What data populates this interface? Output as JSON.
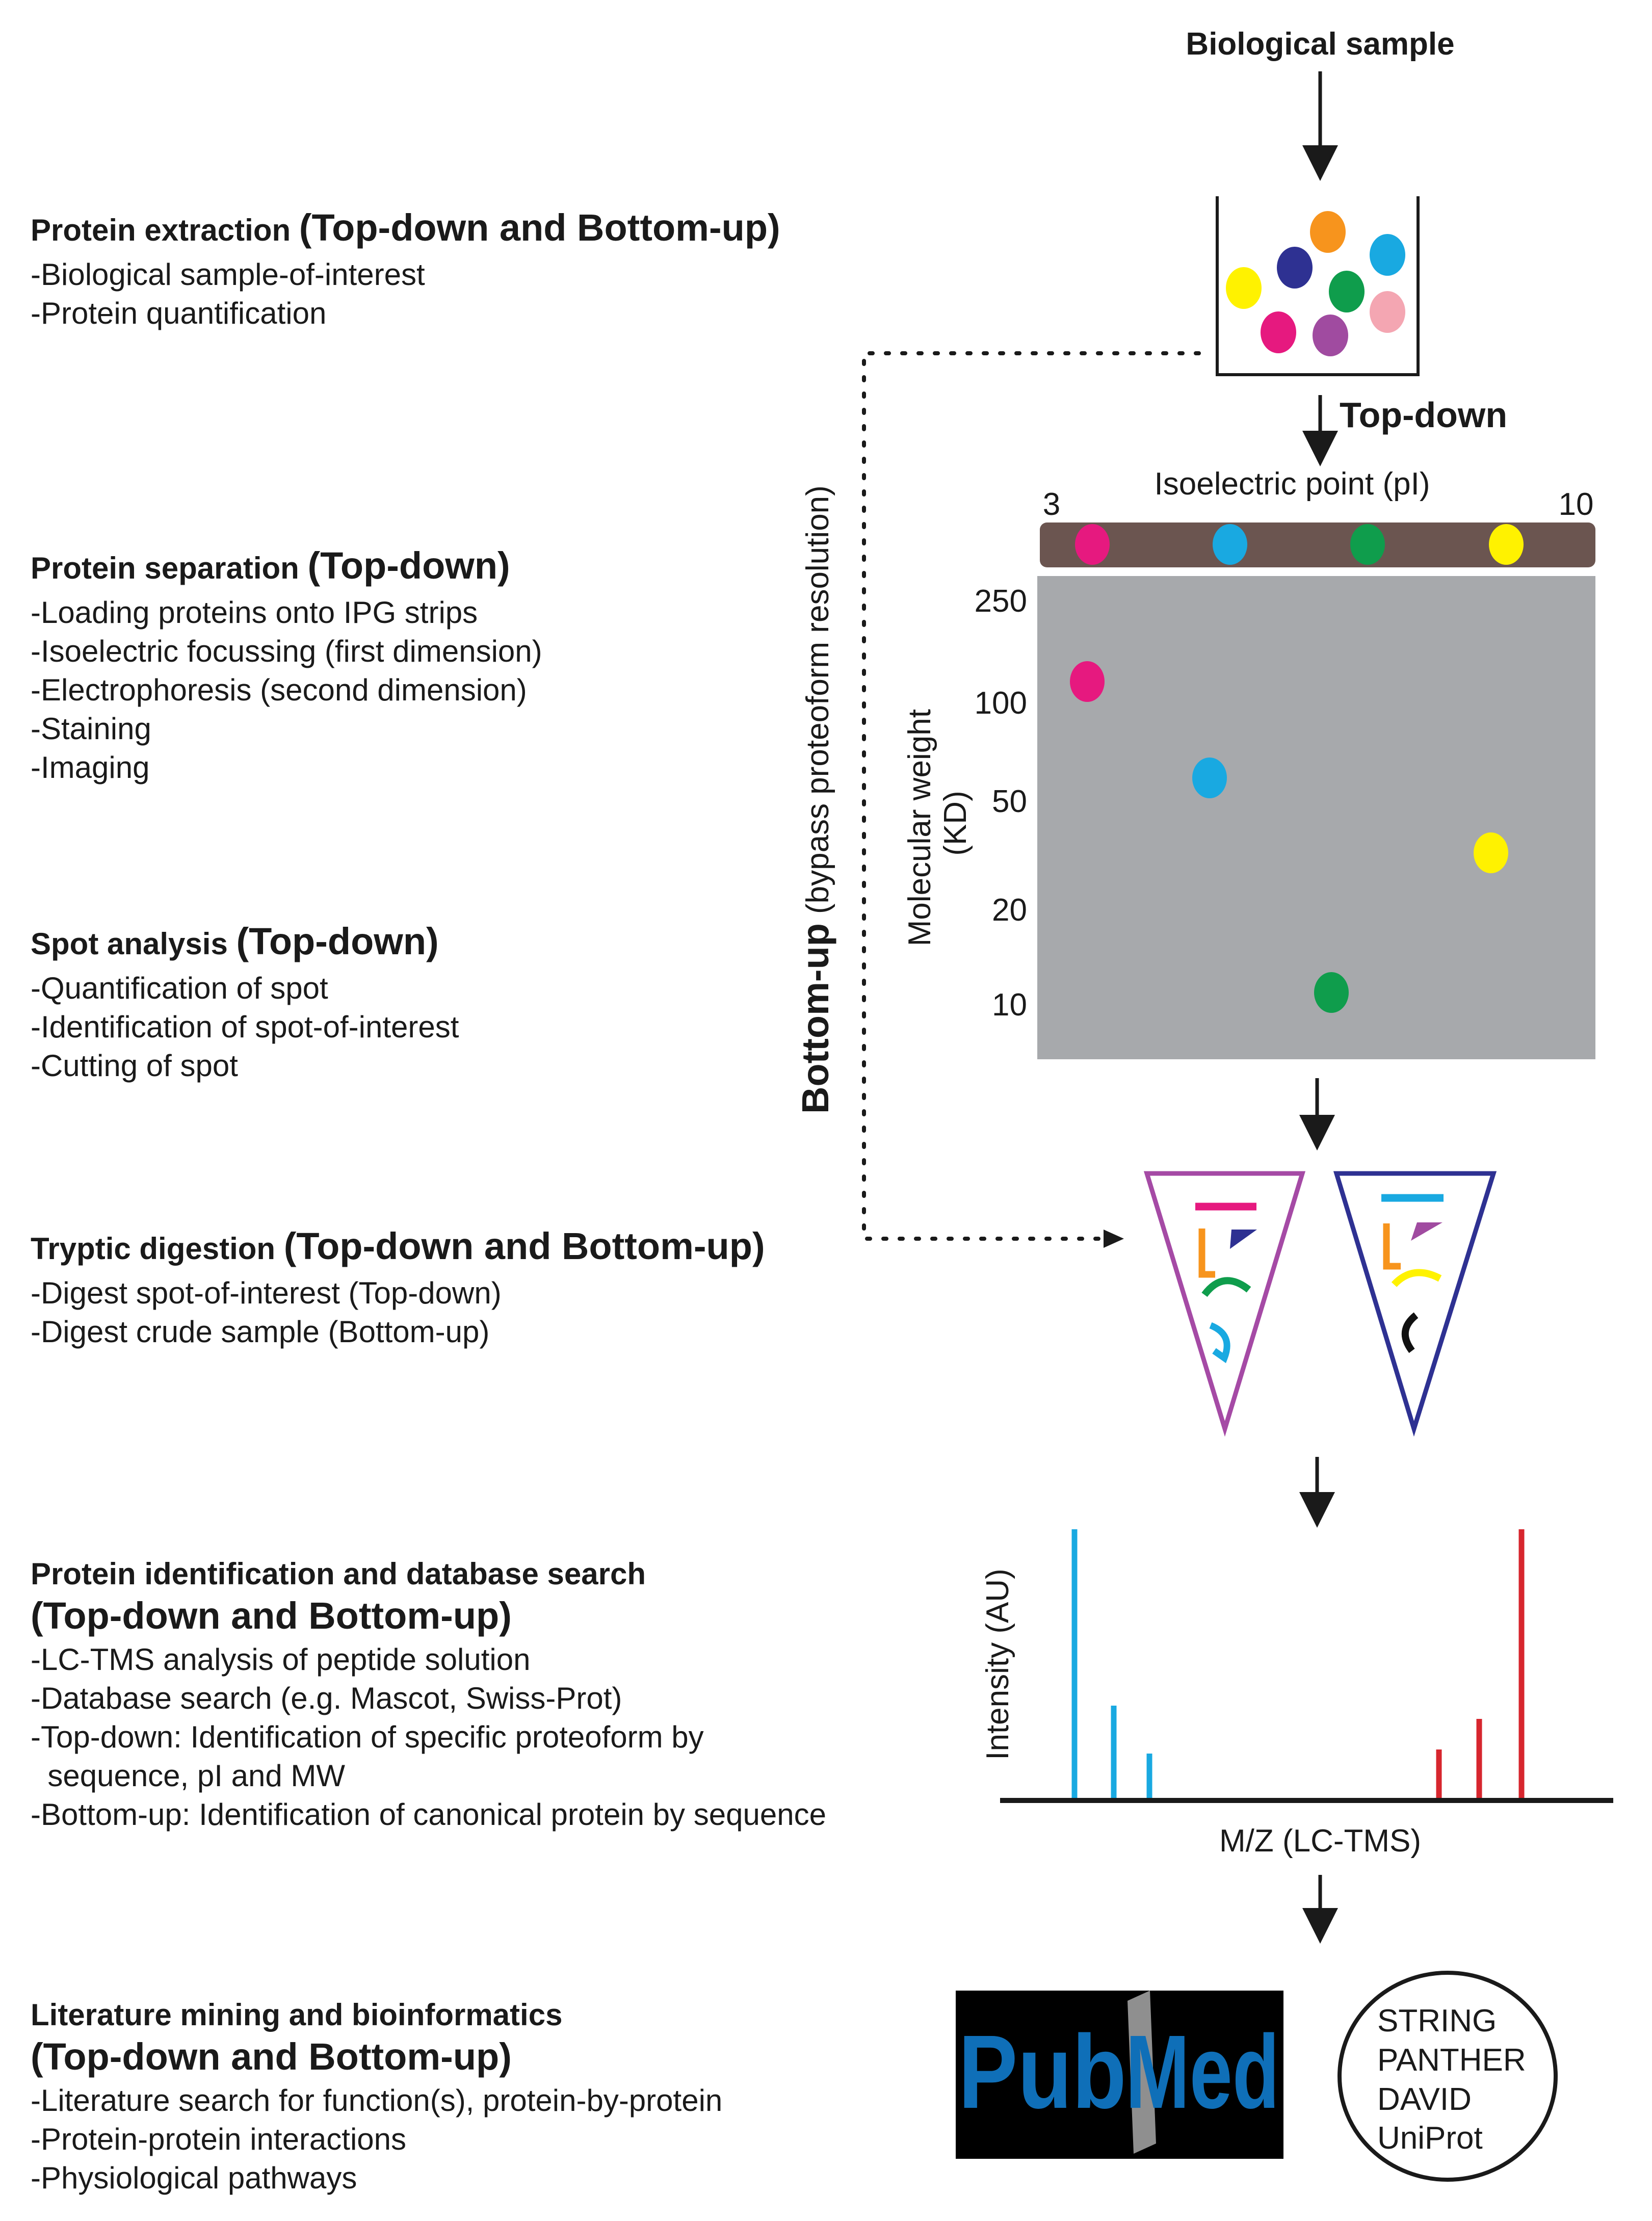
{
  "sections": [
    {
      "title": "Protein extraction",
      "title_suffix": "(Top-down and Bottom-up)",
      "items": [
        "-Biological sample-of-interest",
        "-Protein quantification"
      ]
    },
    {
      "title": "Protein separation",
      "title_suffix": "(Top-down)",
      "items": [
        "-Loading proteins onto IPG strips",
        "-Isoelectric focussing (first dimension)",
        "-Electrophoresis (second dimension)",
        "-Staining",
        "-Imaging"
      ]
    },
    {
      "title": "Spot analysis",
      "title_suffix": "(Top-down)",
      "items": [
        "-Quantification of spot",
        "-Identification of spot-of-interest",
        "-Cutting of spot"
      ]
    },
    {
      "title": "Tryptic digestion",
      "title_suffix": "(Top-down and Bottom-up)",
      "items": [
        "-Digest spot-of-interest (Top-down)",
        "-Digest crude sample (Bottom-up)"
      ]
    },
    {
      "title": "Protein identification and database search",
      "title_suffix": "(Top-down and Bottom-up)",
      "items": [
        "-LC-TMS analysis of peptide solution",
        "-Database search (e.g. Mascot, Swiss-Prot)",
        "-Top-down: Identification of specific proteoform by",
        "  sequence, pI and MW",
        "-Bottom-up: Identification of canonical protein by sequence"
      ]
    },
    {
      "title": "Literature mining and bioinformatics",
      "title_suffix": "(Top-down and Bottom-up)",
      "items": [
        "-Literature search for function(s), protein-by-protein",
        "-Protein-protein interactions",
        "-Physiological pathways"
      ]
    }
  ],
  "diagram": {
    "biological_sample_label": "Biological sample",
    "top_down_label": "Top-down",
    "bottom_up_label": "Bottom-up",
    "bottom_up_note": "(bypass proteoform resolution)",
    "gel": {
      "pi_axis_label": "Isoelectric point (pI)",
      "pi_min_label": "3",
      "pi_max_label": "10",
      "mw_axis_label_line1": "Molecular weight",
      "mw_axis_label_line2": "(KD)",
      "mw_ticks": [
        "250",
        "100",
        "50",
        "20",
        "10"
      ]
    },
    "spectrum": {
      "y_label": "Intensity (AU)",
      "x_label": "M/Z (LC-TMS)"
    },
    "pubmed_logo": {
      "part1": "Pub",
      "part2": "Med"
    },
    "tools": [
      "STRING",
      "PANTHER",
      "DAVID",
      "UniProt"
    ]
  },
  "colors": {
    "magenta": "#e6197f",
    "cyan": "#19a9e1",
    "green": "#0f9d4c",
    "yellow": "#fff200",
    "orange": "#f7941d",
    "navy": "#2e3192",
    "purple": "#a04ba0",
    "pink": "#f4a6b2",
    "strip": "#6b5550",
    "gel": "#a7a9ac",
    "spectrum_red": "#d7262e",
    "tube_left": "#a54aa5",
    "tube_right": "#2e3192"
  }
}
